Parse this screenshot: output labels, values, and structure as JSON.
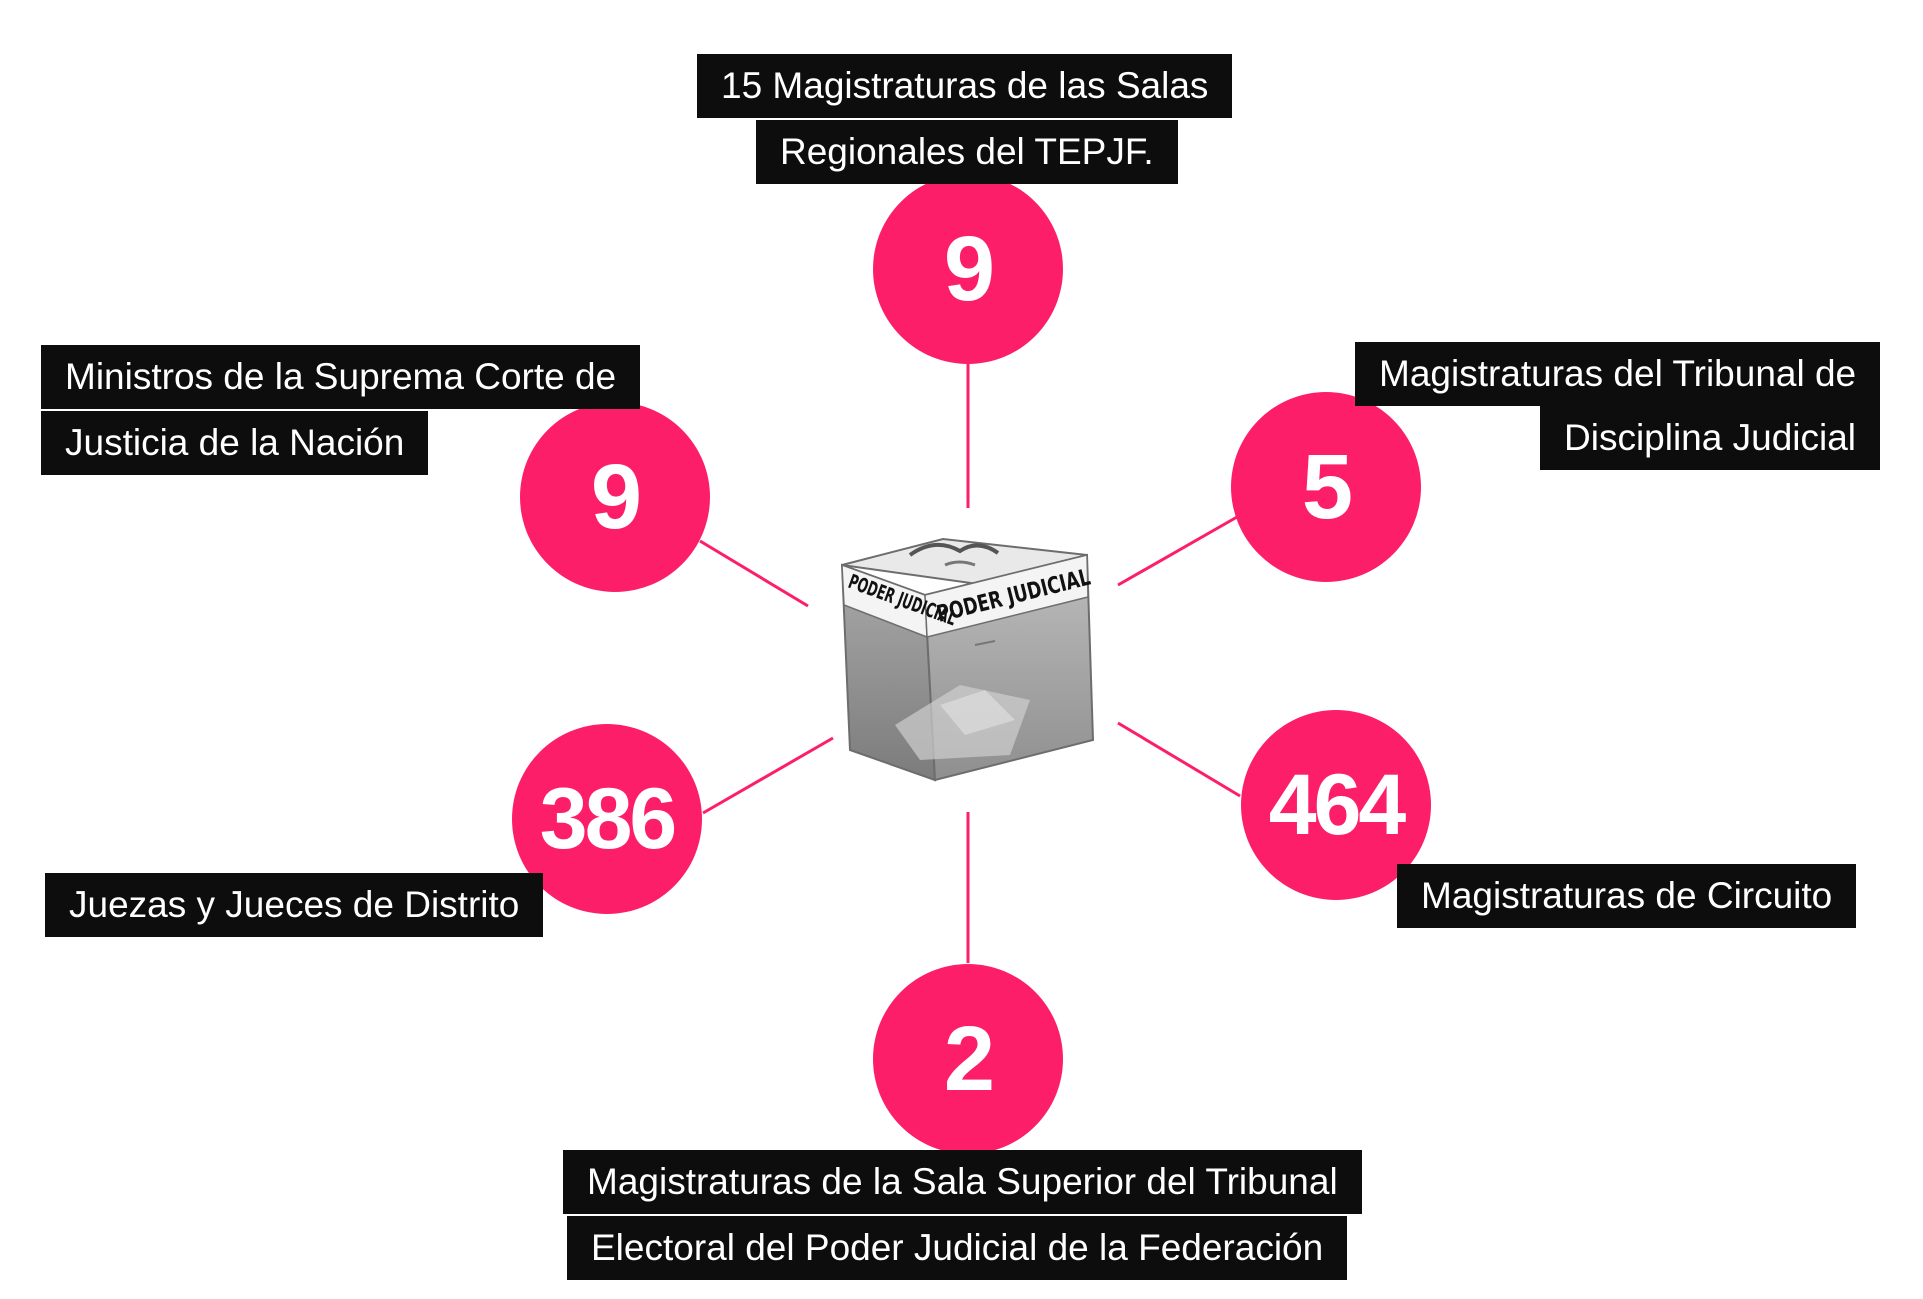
{
  "colors": {
    "accent": "#fd1e6a",
    "label_bg": "#0d0d0d",
    "line": "#fd1e6a"
  },
  "ballot_box": {
    "icon": "ballot-box-icon",
    "labels": [
      "PODER JUDICIAL",
      "PODER JUDICIAL"
    ]
  },
  "nodes": [
    {
      "id": "top",
      "count": "9",
      "label_lines": [
        "15 Magistraturas de las Salas",
        "Regionales del TEPJF."
      ]
    },
    {
      "id": "upper-left",
      "count": "9",
      "label_lines": [
        "Ministros de la Suprema Corte de",
        "Justicia de la Nación"
      ]
    },
    {
      "id": "upper-right",
      "count": "5",
      "label_lines": [
        "Magistraturas del Tribunal de",
        "Disciplina Judicial"
      ]
    },
    {
      "id": "lower-left",
      "count": "386",
      "label_lines": [
        "Juezas y Jueces de Distrito"
      ]
    },
    {
      "id": "lower-right",
      "count": "464",
      "label_lines": [
        "Magistraturas de Circuito"
      ]
    },
    {
      "id": "bottom",
      "count": "2",
      "label_lines": [
        "Magistraturas de la Sala Superior del Tribunal",
        "Electoral del Poder Judicial de la Federación"
      ]
    }
  ]
}
